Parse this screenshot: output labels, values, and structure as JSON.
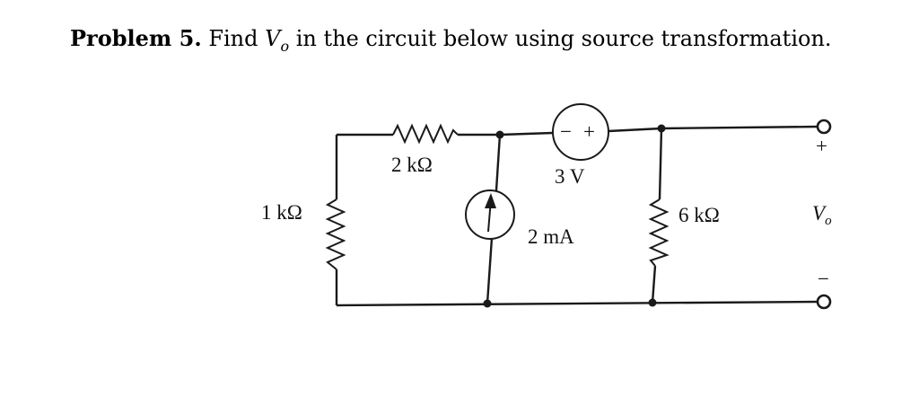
{
  "problem": {
    "label": "Problem 5.",
    "text_before": "Find",
    "variable": "V",
    "variable_subscript": "o",
    "text_after": "in the circuit below using source transformation."
  },
  "circuit": {
    "r1_label": "1 kΩ",
    "r2_label": "2 kΩ",
    "r6_label": "6 kΩ",
    "voltage_source_label": "3 V",
    "voltage_source_minus": "−",
    "voltage_source_plus": "+",
    "current_source_label": "2 mA",
    "output_plus": "+",
    "output_minus": "−",
    "output_variable": "V",
    "output_subscript": "o"
  }
}
